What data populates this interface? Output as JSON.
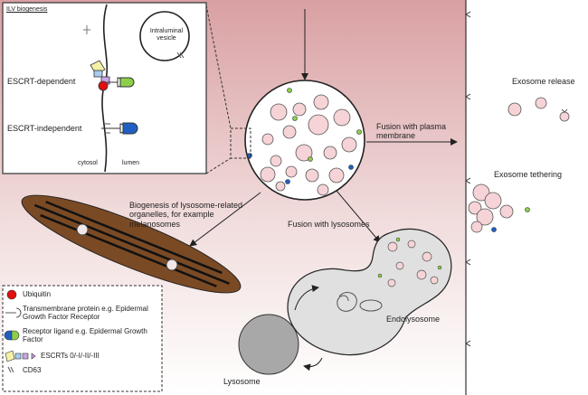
{
  "inset": {
    "title": "ILV biogenesis",
    "vesicle_label": "Intraluminal vesicle",
    "escrt_dependent": "ESCRT-dependent",
    "escrt_independent": "ESCRT-independent",
    "cytosol": "cytosol",
    "lumen": "lumen"
  },
  "labels": {
    "fusion_plasma": "Fusion with plasma membrane",
    "exosome_release": "Exosome release",
    "exosome_tethering": "Exosome tethering",
    "lysosome_related": "Biogenesis of lysosome-related organelles, for example melanosomes",
    "fusion_lysosomes": "Fusion with lysosomes",
    "endolysosome": "Endolysosome",
    "lysosome": "Lysosome"
  },
  "legend": {
    "items": [
      {
        "icon": "ubiquitin-icon",
        "text": "Ubiquitin"
      },
      {
        "icon": "transmembrane-protein-icon",
        "text": "Transmembrane protein e.g. Epidermal Growth Factor Receptor"
      },
      {
        "icon": "receptor-ligand-icon",
        "text": "Receptor ligand e.g. Epidermal Growth Factor"
      },
      {
        "icon": "escrt-icon",
        "text": "ESCRTs 0/-I/-II/-III"
      },
      {
        "icon": "cd63-icon",
        "text": "CD63"
      }
    ]
  },
  "colors": {
    "background_top": "#d9a0a3",
    "vesicle_fill": "#f6d3d6",
    "melanosome": "#7a4a24",
    "lysosome": "#a8a8a8",
    "endolysosome": "#e0e0e0",
    "ubiquitin": "#e01010",
    "ligand_green": "#8cd04a",
    "ligand_blue": "#1f5fc4",
    "escrt_yellow": "#f3f0a8",
    "escrt_purple": "#c9a4e8",
    "escrt_blue": "#a9cdee"
  }
}
